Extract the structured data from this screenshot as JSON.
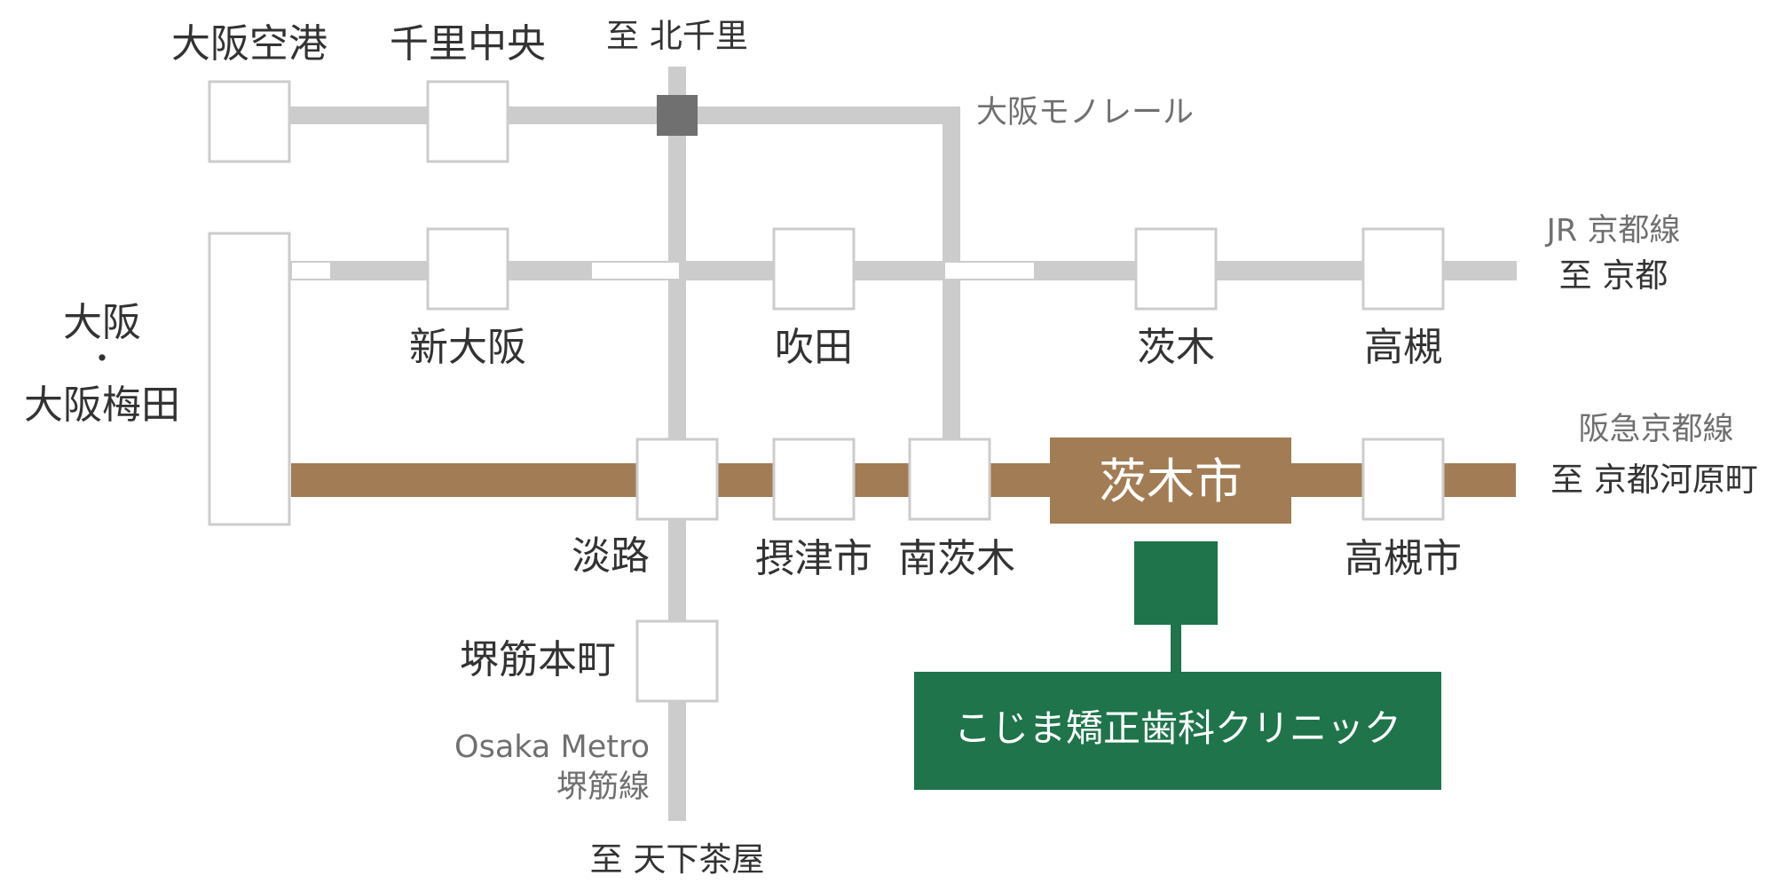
{
  "colors": {
    "gray_line": "#cccccc",
    "hankyu_line": "#a27c54",
    "station_border": "#cccccc",
    "interchange": "#707070",
    "clinic_green": "#1f744b",
    "label_text": "#333333",
    "line_label_text": "#707070"
  },
  "lines": {
    "monorail": "大阪モノレール",
    "jr_name": "JR 京都線",
    "jr_to": "至 京都",
    "hankyu_name": "阪急京都線",
    "hankyu_to": "至 京都河原町",
    "metro_name_1": "Osaka Metro",
    "metro_name_2": "堺筋線",
    "metro_to_north": "至 北千里",
    "metro_to_south": "至 天下茶屋"
  },
  "stations": {
    "osaka_airport": "大阪空港",
    "senri_chuo": "千里中央",
    "osaka": "大阪",
    "dot": "・",
    "osaka_umeda": "大阪梅田",
    "shin_osaka": "新大阪",
    "suita": "吹田",
    "ibaraki": "茨木",
    "takatsuki": "高槻",
    "awaji": "淡路",
    "settsushi": "摂津市",
    "minami_ibaraki": "南茨木",
    "ibarakishi": "茨木市",
    "takatsukishi": "高槻市",
    "sakaisuji_honmachi": "堺筋本町"
  },
  "clinic": {
    "name": "こじま矯正歯科クリニック"
  }
}
